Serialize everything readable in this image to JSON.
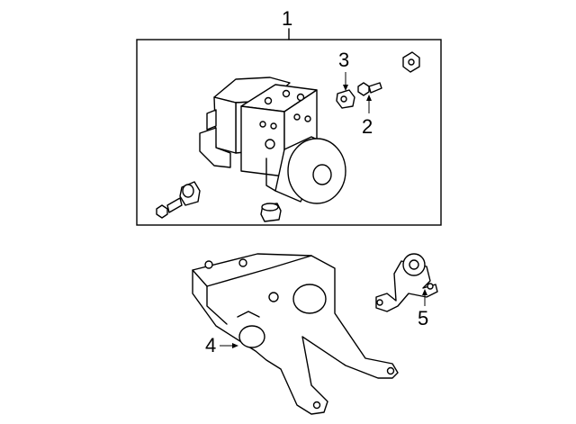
{
  "callouts": {
    "c1": "1",
    "c2": "2",
    "c3": "3",
    "c4": "4",
    "c5": "5"
  },
  "colors": {
    "ink": "#000000",
    "paper": "#ffffff"
  }
}
